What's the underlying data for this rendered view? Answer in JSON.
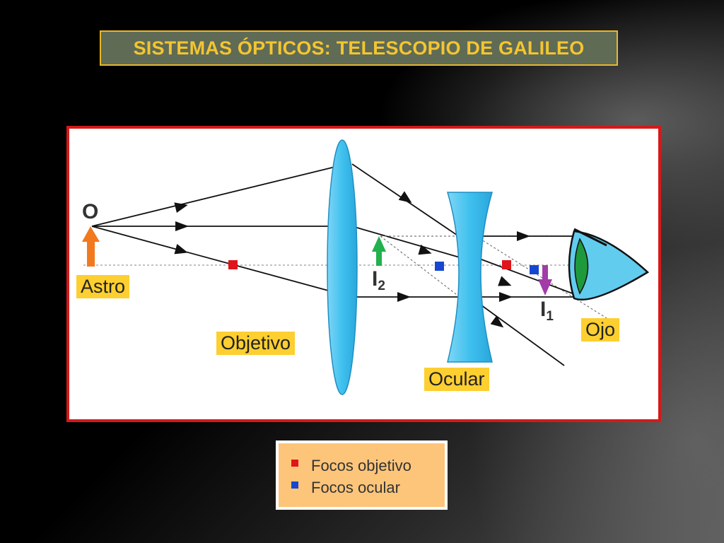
{
  "slide": {
    "title": "SISTEMAS ÓPTICOS: TELESCOPIO DE GALILEO"
  },
  "diagram": {
    "labels": {
      "object_symbol": "O",
      "astro": "Astro",
      "objetivo": "Objetivo",
      "ocular": "Ocular",
      "ojo": "Ojo",
      "image2_main": "I",
      "image2_sub": "2",
      "image1_main": "I",
      "image1_sub": "1"
    },
    "colors": {
      "frame_border": "#d51919",
      "label_bg": "#fdcf30",
      "lens": "#3fc0ee",
      "object_arrow": "#f27a1e",
      "image2_arrow": "#22b14c",
      "image1_arrow": "#a23ca8",
      "focus_objective": "#e0141b",
      "focus_ocular": "#1747d0"
    }
  },
  "legend": {
    "items": [
      {
        "label": "Focos objetivo",
        "color": "#e0141b"
      },
      {
        "label": "Focos ocular",
        "color": "#1747d0"
      }
    ]
  }
}
